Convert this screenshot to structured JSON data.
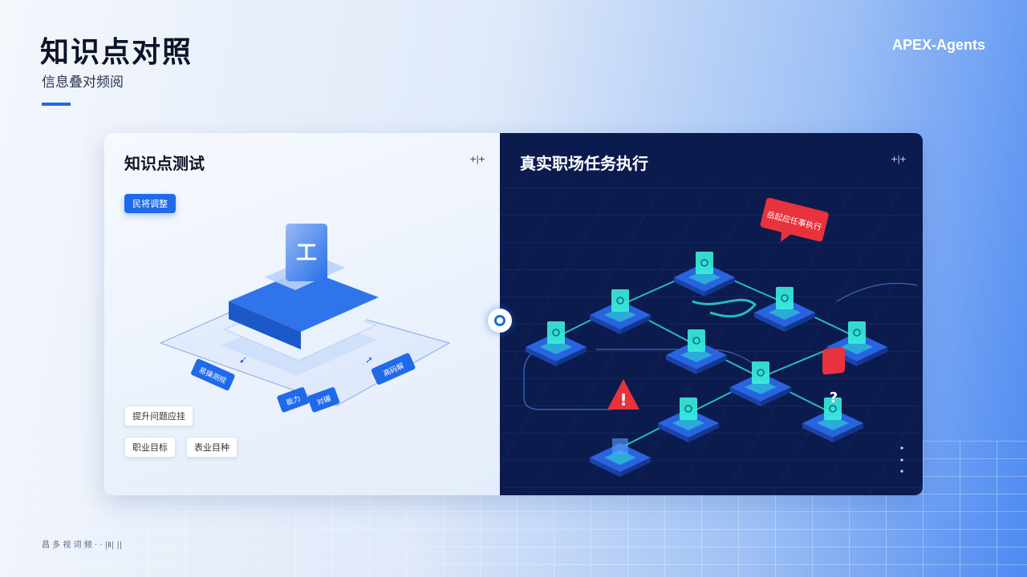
{
  "header": {
    "title": "知识点对照",
    "subtitle": "信息叠对频阅",
    "brand": "APEX-Agents"
  },
  "left_panel": {
    "title": "知识点测试",
    "mini_icon": "+|+",
    "tag_top": "民将调整",
    "book_glyph": "工",
    "node_labels": [
      "易操测规",
      "能力",
      "对碾",
      "高码解"
    ],
    "tags_bottom": [
      "提升问题应挂",
      "职业目标",
      "表业目种"
    ]
  },
  "right_panel": {
    "title": "真实职场任务执行",
    "mini_icon": "+|+",
    "callout": "岳起应任事执行",
    "warning_glyph": "!",
    "question_glyph": "?"
  },
  "footer": {
    "text": "昌 多 视 词 频    ·    ·  |Ⅱ|  ||"
  },
  "colors": {
    "accent": "#1f6ae8",
    "dark_panel": "#0b1b4d",
    "cyan": "#2ee6d6",
    "alert": "#e8323c"
  }
}
